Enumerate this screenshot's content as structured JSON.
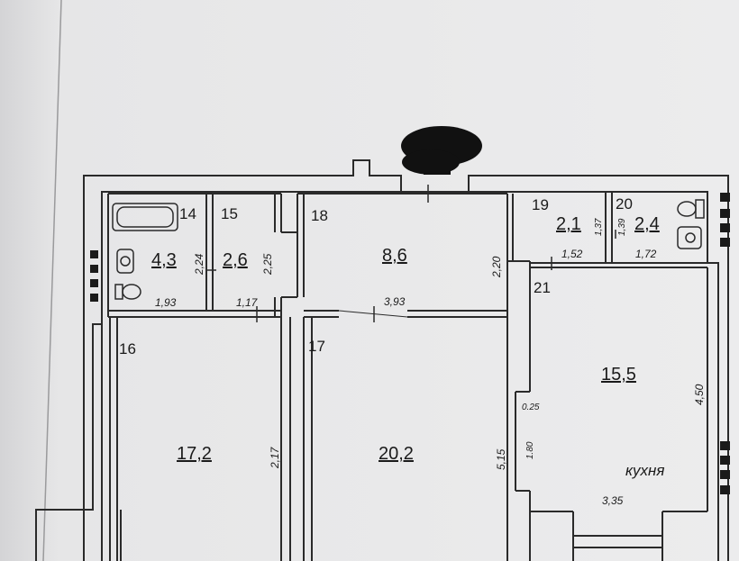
{
  "rooms": {
    "r14": {
      "number": "14",
      "area": "4,3",
      "width": "1,93",
      "depth": "2,24"
    },
    "r15": {
      "number": "15",
      "area": "2,6",
      "depth": "2,25",
      "door_width": "1,17"
    },
    "r18": {
      "number": "18",
      "area": "8,6",
      "width": "3,93",
      "depth": "2,20"
    },
    "r19": {
      "number": "19",
      "area": "2,1",
      "width": "1,52",
      "depth": "1,37"
    },
    "r20": {
      "number": "20",
      "area": "2,4",
      "width": "1,72",
      "depth": "1,39"
    },
    "r21": {
      "number": "21",
      "area": "15,5",
      "width": "3,35",
      "depth": "4,50",
      "name": "кухня",
      "niche_depth": "0.25",
      "niche_length": "1.80"
    },
    "r16": {
      "number": "16",
      "area": "17,2",
      "width": "2,17"
    },
    "r17": {
      "number": "17",
      "area": "20,2",
      "depth": "5,15"
    }
  },
  "colors": {
    "paper": "#e9e9ea",
    "wall": "#2a2a2a",
    "redaction": "#111111"
  }
}
